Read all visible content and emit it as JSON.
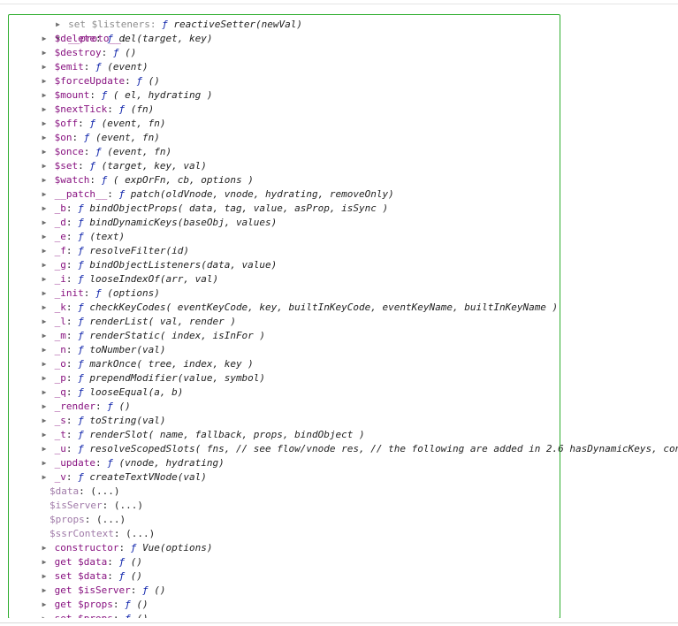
{
  "top_entry": {
    "key": "set $listeners",
    "signature": "reactiveSetter(newVal)"
  },
  "proto_label": "__proto__",
  "entries": [
    {
      "key": "$delete",
      "expandable": true,
      "type": "fn",
      "sig": "del(target, key)"
    },
    {
      "key": "$destroy",
      "expandable": true,
      "type": "fn",
      "sig": "()"
    },
    {
      "key": "$emit",
      "expandable": true,
      "type": "fn",
      "sig": "(event)"
    },
    {
      "key": "$forceUpdate",
      "expandable": true,
      "type": "fn",
      "sig": "()"
    },
    {
      "key": "$mount",
      "expandable": true,
      "type": "fn",
      "sig": "( el, hydrating )"
    },
    {
      "key": "$nextTick",
      "expandable": true,
      "type": "fn",
      "sig": "(fn)"
    },
    {
      "key": "$off",
      "expandable": true,
      "type": "fn",
      "sig": "(event, fn)"
    },
    {
      "key": "$on",
      "expandable": true,
      "type": "fn",
      "sig": "(event, fn)"
    },
    {
      "key": "$once",
      "expandable": true,
      "type": "fn",
      "sig": "(event, fn)"
    },
    {
      "key": "$set",
      "expandable": true,
      "type": "fn",
      "sig": "(target, key, val)"
    },
    {
      "key": "$watch",
      "expandable": true,
      "type": "fn",
      "sig": "( expOrFn, cb, options )"
    },
    {
      "key": "__patch__",
      "expandable": true,
      "type": "fn",
      "sig": "patch(oldVnode, vnode, hydrating, removeOnly)"
    },
    {
      "key": "_b",
      "expandable": true,
      "type": "fn",
      "sig": "bindObjectProps( data, tag, value, asProp, isSync )"
    },
    {
      "key": "_d",
      "expandable": true,
      "type": "fn",
      "sig": "bindDynamicKeys(baseObj, values)"
    },
    {
      "key": "_e",
      "expandable": true,
      "type": "fn",
      "sig": "(text)"
    },
    {
      "key": "_f",
      "expandable": true,
      "type": "fn",
      "sig": "resolveFilter(id)"
    },
    {
      "key": "_g",
      "expandable": true,
      "type": "fn",
      "sig": "bindObjectListeners(data, value)"
    },
    {
      "key": "_i",
      "expandable": true,
      "type": "fn",
      "sig": "looseIndexOf(arr, val)"
    },
    {
      "key": "_init",
      "expandable": true,
      "type": "fn",
      "sig": "(options)"
    },
    {
      "key": "_k",
      "expandable": true,
      "type": "fn",
      "sig": "checkKeyCodes( eventKeyCode, key, builtInKeyCode, eventKeyName, builtInKeyName )"
    },
    {
      "key": "_l",
      "expandable": true,
      "type": "fn",
      "sig": "renderList( val, render )"
    },
    {
      "key": "_m",
      "expandable": true,
      "type": "fn",
      "sig": "renderStatic( index, isInFor )"
    },
    {
      "key": "_n",
      "expandable": true,
      "type": "fn",
      "sig": "toNumber(val)"
    },
    {
      "key": "_o",
      "expandable": true,
      "type": "fn",
      "sig": "markOnce( tree, index, key )"
    },
    {
      "key": "_p",
      "expandable": true,
      "type": "fn",
      "sig": "prependModifier(value, symbol)"
    },
    {
      "key": "_q",
      "expandable": true,
      "type": "fn",
      "sig": "looseEqual(a, b)"
    },
    {
      "key": "_render",
      "expandable": true,
      "type": "fn",
      "sig": "()"
    },
    {
      "key": "_s",
      "expandable": true,
      "type": "fn",
      "sig": "toString(val)"
    },
    {
      "key": "_t",
      "expandable": true,
      "type": "fn",
      "sig": "renderSlot( name, fallback, props, bindObject )"
    },
    {
      "key": "_u",
      "expandable": true,
      "type": "fn",
      "sig": "resolveScopedSlots( fns, // see flow/vnode res, // the following are added in 2.6 hasDynamicKeys, cont"
    },
    {
      "key": "_update",
      "expandable": true,
      "type": "fn",
      "sig": "(vnode, hydrating)"
    },
    {
      "key": "_v",
      "expandable": true,
      "type": "fn",
      "sig": "createTextVNode(val)"
    },
    {
      "key": "$data",
      "expandable": false,
      "type": "getter",
      "sig": "(...)"
    },
    {
      "key": "$isServer",
      "expandable": false,
      "type": "getter",
      "sig": "(...)"
    },
    {
      "key": "$props",
      "expandable": false,
      "type": "getter",
      "sig": "(...)"
    },
    {
      "key": "$ssrContext",
      "expandable": false,
      "type": "getter",
      "sig": "(...)"
    },
    {
      "key": "constructor",
      "expandable": true,
      "type": "fn",
      "sig": "Vue(options)"
    },
    {
      "key": "get $data",
      "expandable": true,
      "type": "fn",
      "sig": "()"
    },
    {
      "key": "set $data",
      "expandable": true,
      "type": "fn",
      "sig": "()"
    },
    {
      "key": "get $isServer",
      "expandable": true,
      "type": "fn",
      "sig": "()"
    },
    {
      "key": "get $props",
      "expandable": true,
      "type": "fn",
      "sig": "()"
    },
    {
      "key": "set $props",
      "expandable": true,
      "type": "fn",
      "sig": "()"
    }
  ],
  "symbols": {
    "function_marker": "ƒ",
    "collapsed": "▶",
    "expanded": "▼"
  },
  "colors": {
    "key": "#881280",
    "function": "#0d22aa",
    "highlight_border": "#2fae2f"
  }
}
